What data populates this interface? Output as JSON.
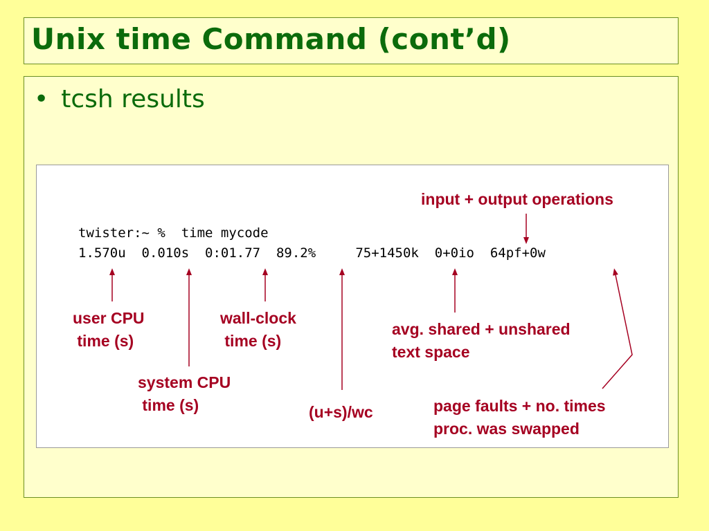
{
  "slide": {
    "title": "Unix time Command (cont’d)",
    "bullet": "tcsh results"
  },
  "terminal": {
    "command_line": "twister:~ %  time mycode",
    "output_line": "1.570u  0.010s  0:01.77  89.2%     75+1450k  0+0io  64pf+0w"
  },
  "annotations": {
    "io_ops": "input + output operations",
    "user_cpu": "user CPU\n time (s)",
    "wall_clock": "wall-clock\n time (s)",
    "system_cpu": "system CPU\n time (s)",
    "utilization": "(u+s)/wc",
    "text_space": "avg. shared + unshared\ntext space",
    "page_faults": "page faults + no. times\nproc. was swapped"
  },
  "colors": {
    "title": "#0b6b0b",
    "annotation": "#a50021",
    "background": "#ffff99",
    "panel": "#ffffcc"
  }
}
